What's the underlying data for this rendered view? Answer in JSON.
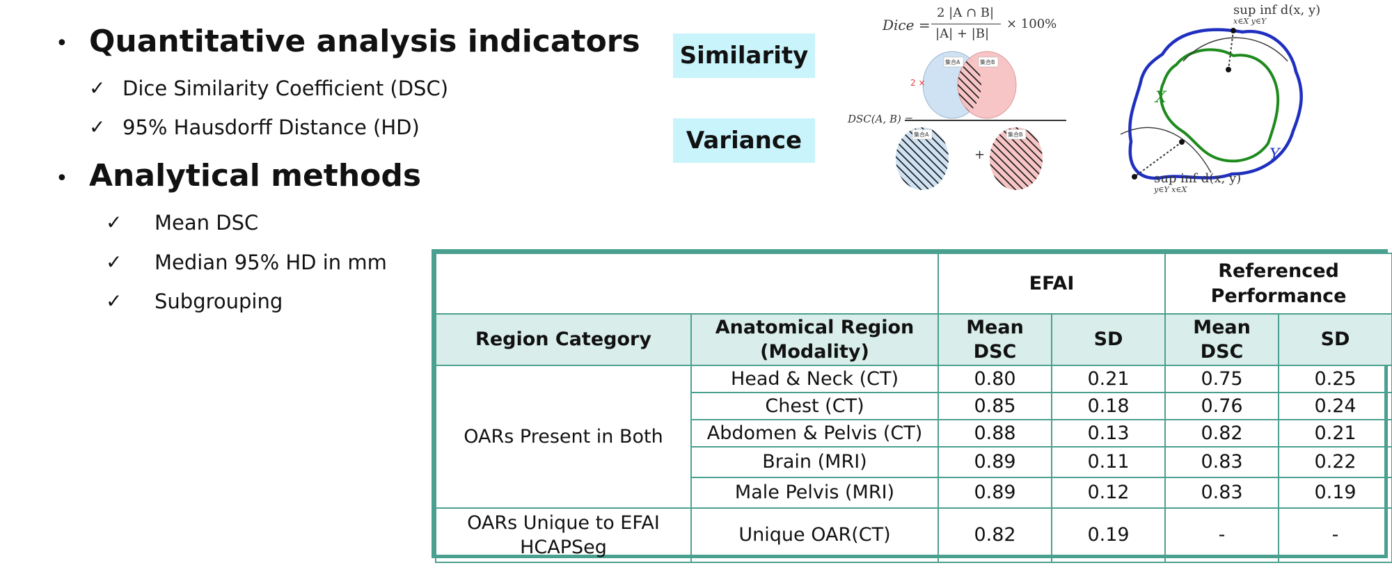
{
  "bullets": {
    "section1": {
      "title": "Quantitative analysis indicators",
      "items": [
        "Dice Similarity Coefficient (DSC)",
        "95% Hausdorff Distance (HD)"
      ]
    },
    "section2": {
      "title": "Analytical methods",
      "items": [
        "Mean DSC",
        "Median 95% HD in mm",
        "Subgrouping"
      ]
    },
    "bullet_glyph": "•",
    "check_glyph": "✓"
  },
  "labels": {
    "similarity": "Similarity",
    "variance": "Variance"
  },
  "formulas": {
    "dice_lhs": "Dice =",
    "dice_num": "2 |A ∩ B|",
    "dice_den": "|A| + |B|",
    "dice_tail": "× 100%",
    "dsc_lhs": "DSC(A, B) =",
    "two_times": "2 ×",
    "set_a": "集合A",
    "set_b": "集合B",
    "plus": "+",
    "hd_sup1": "sup inf d(x, y)",
    "hd_sub1": "x∈X y∈Y",
    "hd_sup2": "sup inf d(x, y)",
    "hd_sub2": "y∈Y x∈X",
    "x_label": "X",
    "y_label": "Y"
  },
  "table": {
    "group_headers": {
      "efai": "EFAI",
      "referenced": "Referenced Performance"
    },
    "columns": {
      "region_category": "Region Category",
      "anatomical_region": "Anatomical Region (Modality)",
      "efai_mean": "Mean DSC",
      "efai_sd": "SD",
      "ref_mean": "Mean DSC",
      "ref_sd": "SD"
    },
    "groups": [
      {
        "category": "OARs Present in Both",
        "rows": [
          {
            "region": "Head & Neck (CT)",
            "efai_mean": "0.80",
            "efai_sd": "0.21",
            "ref_mean": "0.75",
            "ref_sd": "0.25"
          },
          {
            "region": "Chest (CT)",
            "efai_mean": "0.85",
            "efai_sd": "0.18",
            "ref_mean": "0.76",
            "ref_sd": "0.24"
          },
          {
            "region": "Abdomen & Pelvis (CT)",
            "efai_mean": "0.88",
            "efai_sd": "0.13",
            "ref_mean": "0.82",
            "ref_sd": "0.21"
          },
          {
            "region": "Brain (MRI)",
            "efai_mean": "0.89",
            "efai_sd": "0.11",
            "ref_mean": "0.83",
            "ref_sd": "0.22"
          },
          {
            "region": "Male Pelvis (MRI)",
            "efai_mean": "0.89",
            "efai_sd": "0.12",
            "ref_mean": "0.83",
            "ref_sd": "0.19"
          }
        ]
      },
      {
        "category": "OARs Unique to EFAI HCAPSeg",
        "rows": [
          {
            "region": "Unique OAR(CT)",
            "efai_mean": "0.82",
            "efai_sd": "0.19",
            "ref_mean": "-",
            "ref_sd": "-"
          }
        ]
      }
    ]
  },
  "colors": {
    "table_border": "#4aa08f",
    "table_header_bg": "#d9eeea",
    "label_bg": "#c9f4fb",
    "venn_a": "#cfe2f3",
    "venn_b": "#f7c5c5",
    "curve_x": "#1e8a1e",
    "curve_y": "#1f2fbf"
  }
}
